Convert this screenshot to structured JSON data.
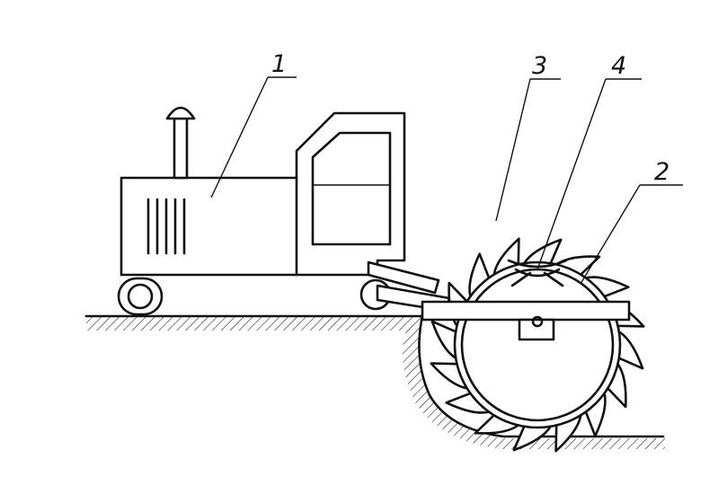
{
  "figure": {
    "callouts": [
      {
        "id": "tractor",
        "label": "1"
      },
      {
        "id": "rotor-wheel",
        "label": "2"
      },
      {
        "id": "cutting-tooth",
        "label": "3"
      },
      {
        "id": "soil-scraper",
        "label": "4"
      }
    ]
  }
}
